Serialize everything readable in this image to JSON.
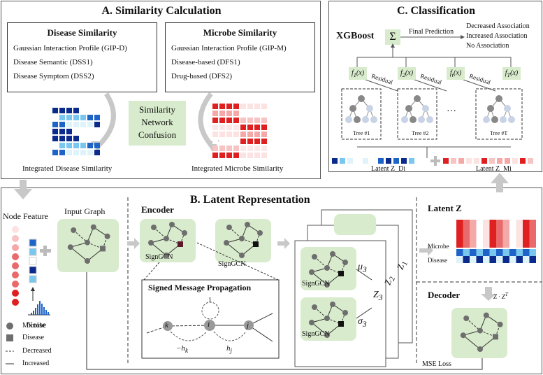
{
  "panelA": {
    "title": "A. Similarity Calculation",
    "disease": {
      "title": "Disease Similarity",
      "items": [
        "Gaussian Interaction Profile (GIP-D)",
        "Disease Semantic (DSS1)",
        "Disease Symptom (DSS2)"
      ]
    },
    "microbe": {
      "title": "Microbe Similarity",
      "items": [
        "Gaussian Interaction Profile (GIP-M)",
        "Disease-based (DFS1)",
        "Drug-based (DFS2)"
      ]
    },
    "fusion": [
      "Similarity",
      "Network",
      "Confusion"
    ],
    "integrated_disease": "Integrated Disease Similarity",
    "integrated_microbe": "Integrated Microbe Similarity"
  },
  "panelB": {
    "title": "B. Latent Representation",
    "node_feature": "Node Feature",
    "input_graph": "Input Graph",
    "encoder": "Encoder",
    "signgcn": "SignGCN",
    "smp_title": "Signed Message Propagation",
    "smp_labels": {
      "k": "k",
      "i": "i",
      "j": "j",
      "one": "1",
      "hk": "−h",
      "hk_sub": "k",
      "hj": "h",
      "hj_sub": "j"
    },
    "mu": "μ",
    "mu_sub": "3",
    "sigma": "σ",
    "sigma_sub": "3",
    "z_labels": [
      {
        "n": "Z",
        "s": "1"
      },
      {
        "n": "Z",
        "s": "2"
      },
      {
        "n": "Z",
        "s": "3"
      }
    ],
    "noise": "Noise",
    "legend": {
      "microbe": "Microbe",
      "disease": "Disease",
      "decreased": "Decreased",
      "increased": "Increased"
    }
  },
  "panelC": {
    "title": "C. Classification",
    "xgboost": "XGBoost",
    "sigma_sym": "Σ",
    "final_prediction": "Final Prediction",
    "outcomes": [
      "Decreased Association",
      "Increased Association",
      "No Association"
    ],
    "funcs": [
      {
        "f": "f",
        "s": "1",
        "x": "(x)"
      },
      {
        "f": "f",
        "s": "2",
        "x": "(x)"
      },
      {
        "f": "f",
        "s": "t",
        "x": "(x)"
      },
      {
        "f": "f",
        "s": "T",
        "x": "(x)"
      }
    ],
    "residual": "Residual",
    "trees": [
      "Tree #1",
      "Tree #2",
      "Tree #T"
    ],
    "ellipsis": "···",
    "latent_zd": "Latent Z_Di",
    "latent_zm": "Latent Z_Mi"
  },
  "latentZ": {
    "title": "Latent Z",
    "microbe": "Microbe",
    "disease": "Disease"
  },
  "decoder": {
    "title": "Decoder",
    "formula": "Z · Z",
    "formula_sup": "T",
    "mse": "MSE Loss"
  },
  "colors": {
    "green": "#d8ebcc",
    "dark_blue": "#0a2a8c",
    "blue": "#1e63c8",
    "light_blue": "#79c7ee",
    "red": "#e02020",
    "light_red": "#f4a8a8",
    "node_gray": "#6e6e6e"
  }
}
